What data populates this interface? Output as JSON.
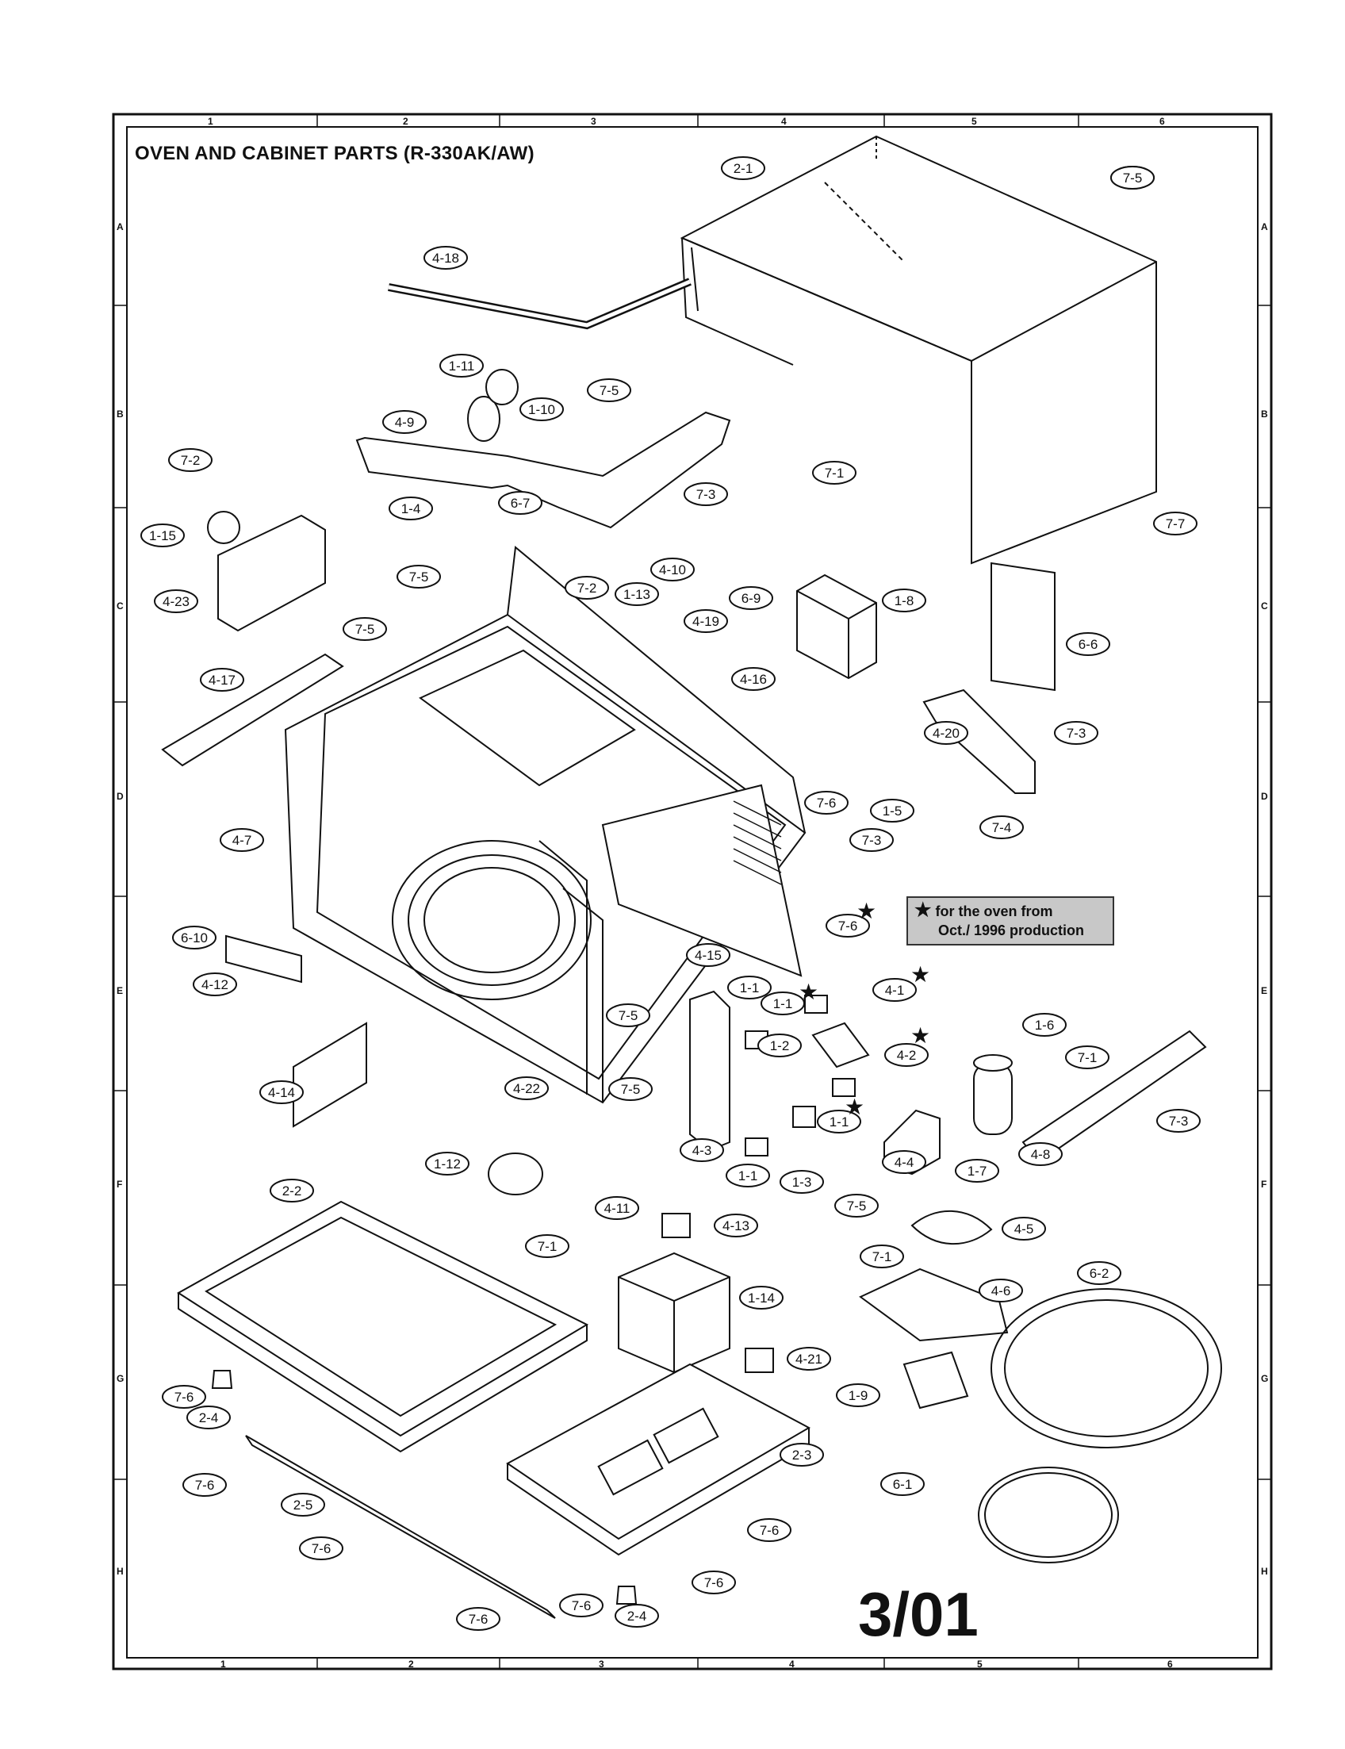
{
  "title": "OVEN AND CABINET PARTS (R-330AK/AW)",
  "page_number": "3/01",
  "note": {
    "star": "★",
    "line1": "for the oven from",
    "line2": "Oct./ 1996 production"
  },
  "grid": {
    "columns": [
      "1",
      "2",
      "3",
      "4",
      "5",
      "6"
    ],
    "rows": [
      "A",
      "B",
      "C",
      "D",
      "E",
      "F",
      "G",
      "H"
    ]
  },
  "callouts": [
    "2-1",
    "7-5",
    "7-5",
    "4-18",
    "1-11",
    "1-10",
    "7-5",
    "4-9",
    "7-2",
    "7-3",
    "7-1",
    "7-7",
    "1-15",
    "1-4",
    "6-7",
    "4-10",
    "7-2",
    "1-13",
    "7-5",
    "1-8",
    "4-23",
    "6-9",
    "6-6",
    "7-5",
    "4-19",
    "4-16",
    "4-17",
    "4-20",
    "7-3",
    "1-5",
    "7-6",
    "7-4",
    "7-3",
    "4-7",
    "7-6",
    "6-10",
    "4-15",
    "4-12",
    "1-1",
    "1-1",
    "4-1",
    "1-6",
    "7-5",
    "1-2",
    "4-2",
    "7-1",
    "4-14",
    "7-5",
    "4-22",
    "7-3",
    "1-1",
    "4-3",
    "1-3",
    "4-4",
    "1-7",
    "4-8",
    "1-12",
    "1-1",
    "4-11",
    "2-2",
    "7-5",
    "4-5",
    "4-13",
    "7-1",
    "7-1",
    "1-14",
    "4-6",
    "6-2",
    "4-21",
    "7-6",
    "1-9",
    "2-4",
    "2-3",
    "6-1",
    "7-6",
    "2-5",
    "7-6",
    "7-6",
    "7-6",
    "7-6",
    "2-4",
    "7-6"
  ]
}
